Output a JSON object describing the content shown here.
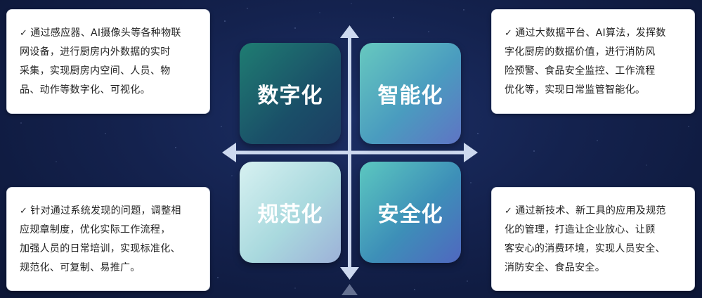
{
  "quadrants": {
    "top_left": {
      "tile_label": "数字化",
      "card_lines": [
        "通过感应器、AI摄像头等各种物联",
        "网设备，进行厨房内外数据的实时",
        "采集，实现厨房内空间、人员、物",
        "品、动作等数字化、可视化。"
      ]
    },
    "top_right": {
      "tile_label": "智能化",
      "card_lines": [
        "通过大数据平台、AI算法，发挥数",
        "字化厨房的数据价值，进行消防风",
        "险预警、食品安全监控、工作流程",
        "优化等，实现日常监管智能化。"
      ]
    },
    "bottom_left": {
      "tile_label": "规范化",
      "card_lines": [
        "针对通过系统发现的问题，调整相",
        "应规章制度，优化实际工作流程，",
        "加强人员的日常培训，实现标准化、",
        "规范化、可复制、易推广。"
      ]
    },
    "bottom_right": {
      "tile_label": "安全化",
      "card_lines": [
        "通过新技术、新工具的应用及规范",
        "化的管理，打造让企业放心、让顾",
        "客安心的消费环境，实现人员安全、",
        "消防安全、食品安全。"
      ]
    }
  },
  "check_symbol": "✓",
  "colors": {
    "background": "#14224e",
    "axis": "#cdd9ef",
    "card_bg": "#ffffff"
  },
  "icons": [
    "check-icon",
    "arrow-up-icon",
    "arrow-down-icon",
    "arrow-left-icon",
    "arrow-right-icon"
  ]
}
